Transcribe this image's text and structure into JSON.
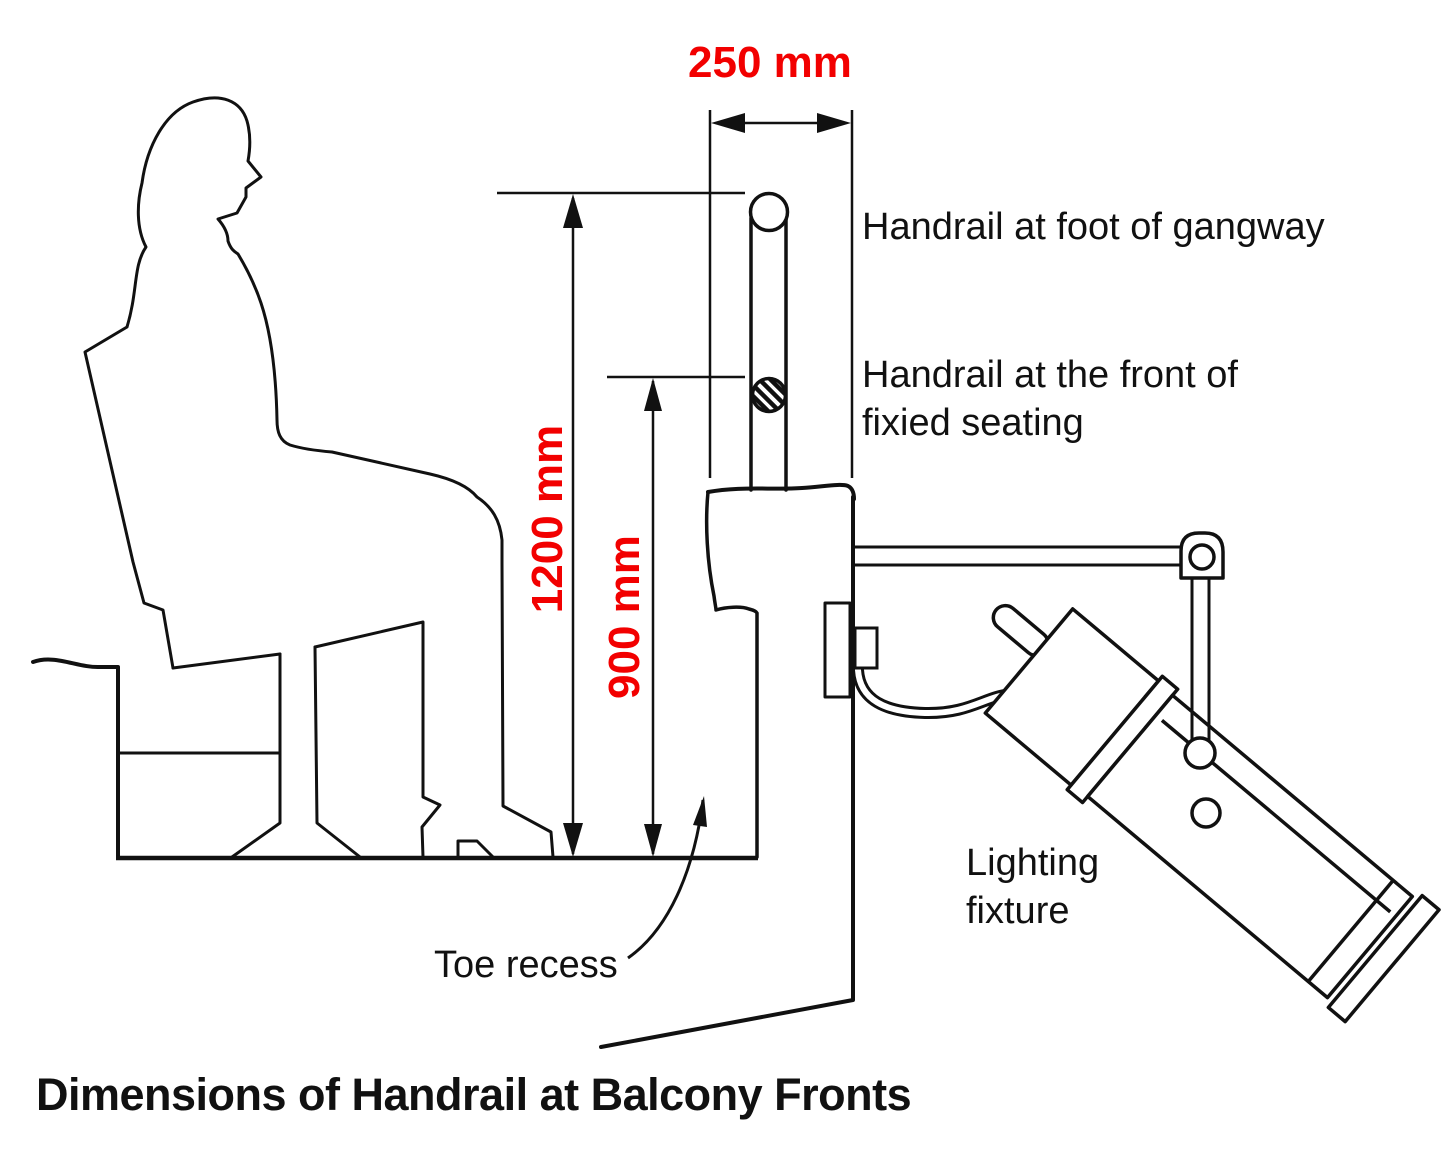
{
  "diagram": {
    "title": "Dimensions of Handrail at Balcony Fronts",
    "dimensions": {
      "handrail_setback": "250 mm",
      "gangway_handrail_height": "1200 mm",
      "seating_handrail_height": "900 mm"
    },
    "labels": {
      "handrail_gangway": "Handrail at foot of gangway",
      "handrail_seating_line1": "Handrail at the front of",
      "handrail_seating_line2": "fixied seating",
      "toe_recess": "Toe recess",
      "lighting_line1": "Lighting",
      "lighting_line2": "fixture"
    },
    "colors": {
      "dimension_text": "#f20000",
      "line": "#111111",
      "background": "#ffffff"
    }
  }
}
